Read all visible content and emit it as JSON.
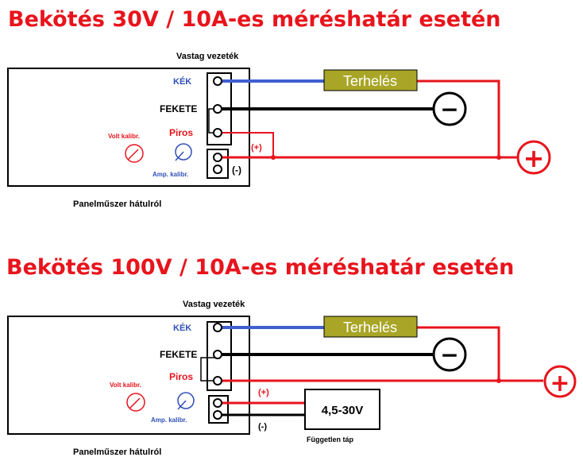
{
  "colors": {
    "title": "#e8141c",
    "wire_blue": "#3f5fd0",
    "wire_black": "#000000",
    "wire_red": "#e8141c",
    "load_fill": "#a9a526",
    "label_blue": "#2f4fb8",
    "label_red": "#e8141c"
  },
  "diagram_1": {
    "title": "Bekötés 30V / 10A-es méréshatár esetén",
    "thick_wire_label": "Vastag vezeték",
    "terminal_blue": "KÉK",
    "terminal_black": "FEKETE",
    "terminal_red": "Piros",
    "volt_calibration": "Volt kalibr.",
    "amp_calibration": "Amp. kalibr.",
    "plus_label": "(+)",
    "minus_label": "(-)",
    "load": "Terhelés",
    "minus_symbol": "−",
    "plus_symbol": "+",
    "caption": "Panelműszer hátulról"
  },
  "diagram_2": {
    "title": "Bekötés 100V / 10A-es méréshatár esetén",
    "thick_wire_label": "Vastag vezeték",
    "terminal_blue": "KÉK",
    "terminal_black": "FEKETE",
    "terminal_red": "Piros",
    "volt_calibration": "Volt kalibr.",
    "amp_calibration": "Amp. kalibr.",
    "plus_label": "(+)",
    "minus_label": "(-)",
    "load": "Terhelés",
    "minus_symbol": "−",
    "plus_symbol": "+",
    "supply_voltage": "4,5-30V",
    "supply_label": "Független táp",
    "caption": "Panelműszer hátulról"
  }
}
